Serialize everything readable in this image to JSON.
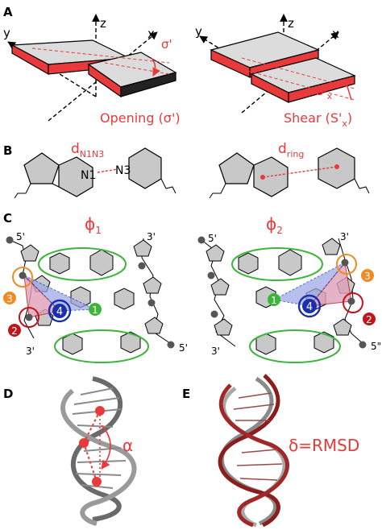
{
  "panels": {
    "A": "A",
    "B": "B",
    "C": "C",
    "D": "D",
    "E": "E"
  },
  "panelA": {
    "axis_y": "y",
    "axis_z": "z",
    "axis_x": "x",
    "sigma": "σ'",
    "opening_label": "Opening (σ')",
    "axis_y2": "y",
    "axis_z2": "z",
    "axis_x2": "x",
    "shear_symbol": "S'",
    "shear_sub": "x",
    "shear_label_main": "Shear (S'",
    "shear_label_sub": "x",
    "shear_label_end": ")"
  },
  "panelB": {
    "d_n1n3_main": "d",
    "d_n1n3_sub": "N1N3",
    "n1": "N1",
    "n3": "N3",
    "d_ring_main": "d",
    "d_ring_sub": "ring"
  },
  "panelC": {
    "phi1_main": "ϕ",
    "phi1_sub": "1",
    "phi2_main": "ϕ",
    "phi2_sub": "2",
    "left_5p_top": "5'",
    "left_3p_top": "3'",
    "left_3p_bot": "3'",
    "left_5p_bot": "5'",
    "right_5p_top": "5'",
    "right_3p_top": "3'",
    "right_3p_bot": "3'",
    "right_5p_bot": "5\"",
    "markers": [
      "1",
      "2",
      "3",
      "4"
    ]
  },
  "panelD": {
    "alpha": "α"
  },
  "panelE": {
    "delta": "δ=RMSD"
  },
  "colors": {
    "red": "#e83a3a",
    "green": "#3cb53c",
    "blue": "#1a2fb0",
    "orange": "#f08a24",
    "darkred": "#c0151a",
    "gray": "#c8c8c8",
    "helix_red": "#8b1d1d"
  }
}
